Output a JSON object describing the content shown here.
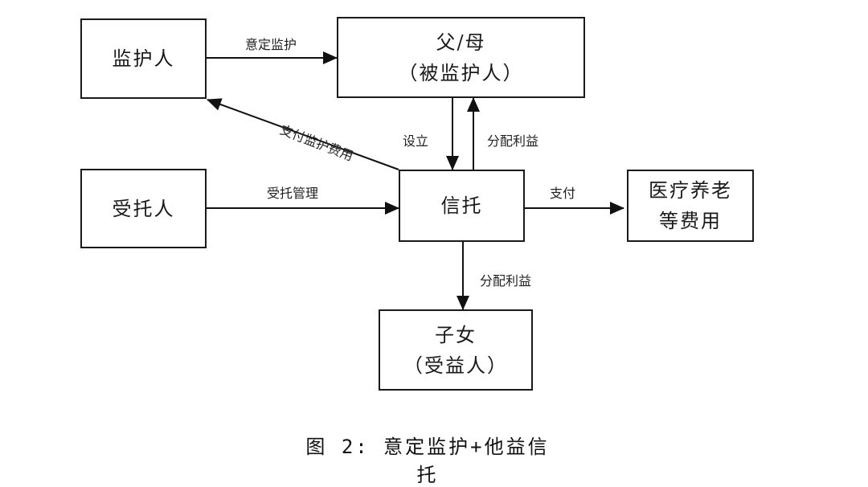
{
  "diagram": {
    "nodes": {
      "guardian": {
        "lines": [
          "监护人"
        ]
      },
      "parent": {
        "lines": [
          "父/母",
          "（被监护人）"
        ]
      },
      "trustee": {
        "lines": [
          "受托人"
        ]
      },
      "trust": {
        "lines": [
          "信托"
        ]
      },
      "expenses": {
        "lines": [
          "医疗养老",
          "等费用"
        ]
      },
      "children": {
        "lines": [
          "子女",
          "（受益人）"
        ]
      }
    },
    "edges": {
      "guardian_to_parent": "意定监护",
      "trust_to_guardian": "支付监护费用",
      "parent_to_trust": "设立",
      "trust_to_parent": "分配利益",
      "trustee_to_trust": "受托管理",
      "trust_to_expenses": "支付",
      "trust_to_children": "分配利益"
    },
    "caption": "图 2: 意定监护+他益信托"
  }
}
